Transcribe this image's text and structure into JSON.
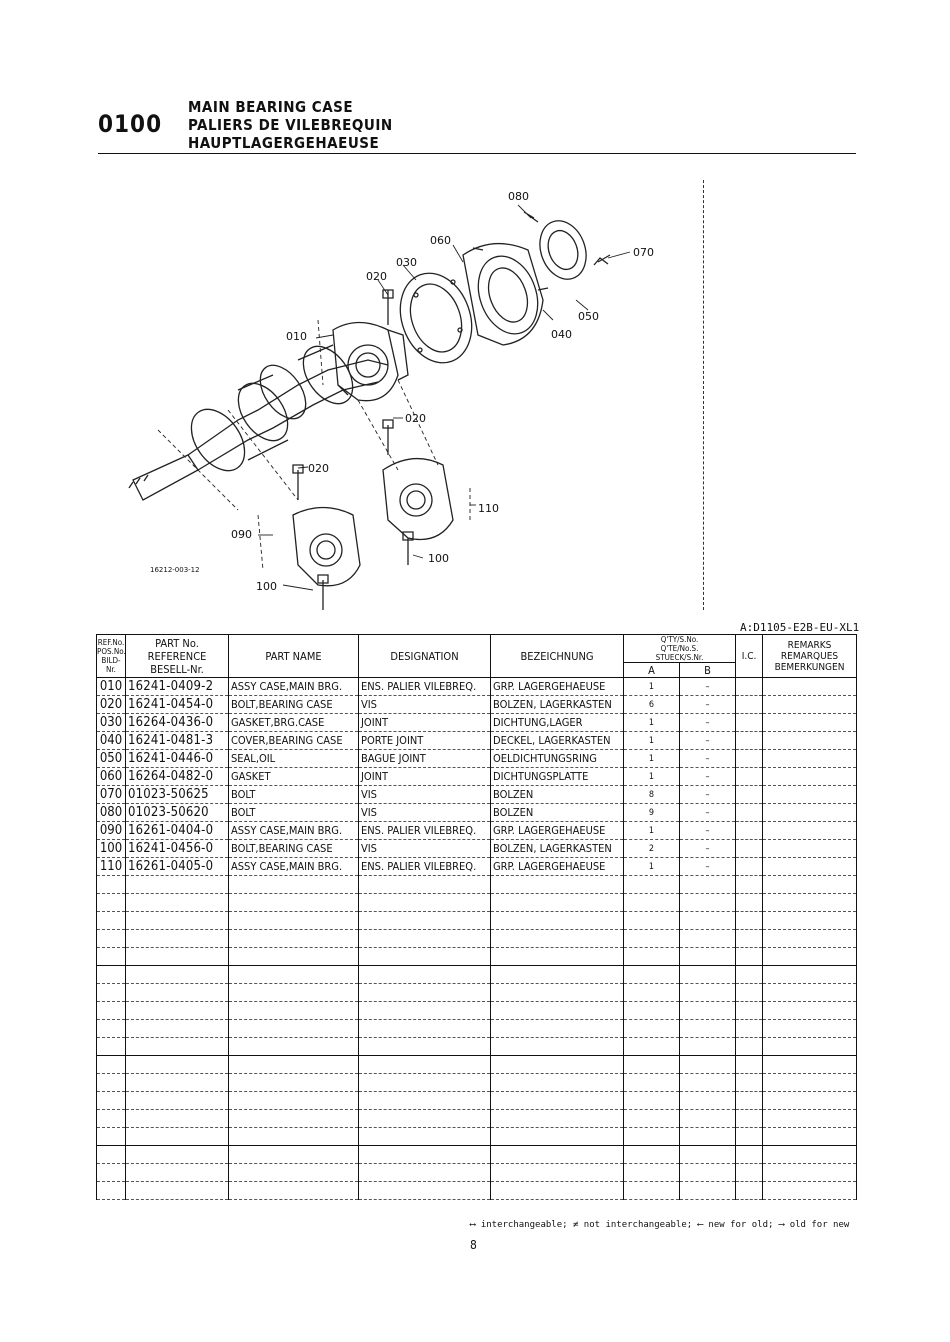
{
  "header": {
    "section_number": "0100",
    "title_en": "MAIN BEARING CASE",
    "title_fr": "PALIERS DE VILEBREQUIN",
    "title_de": "HAUPTLAGERGEHAEUSE"
  },
  "diagram": {
    "callouts": [
      "010",
      "020",
      "030",
      "040",
      "050",
      "060",
      "070",
      "080",
      "090",
      "100",
      "110"
    ],
    "drawing_code": "16212-003-12"
  },
  "model_code": "A:D1105-E2B-EU-XL1",
  "table": {
    "headers": {
      "ref": [
        "REF.No.",
        "POS.No.",
        "BILD-Nr."
      ],
      "part_no": [
        "PART No.",
        "REFERENCE",
        "BESELL-Nr."
      ],
      "part_name": "PART NAME",
      "designation": "DESIGNATION",
      "bezeichnung": "BEZEICHNUNG",
      "qty": [
        "Q'TY/S.No.",
        "Q'TE/No.S.",
        "STUECK/S.Nr."
      ],
      "qty_a": "A",
      "qty_b": "B",
      "ic": "I.C.",
      "remarks": [
        "REMARKS",
        "REMARQUES",
        "BEMERKUNGEN"
      ]
    },
    "rows": [
      {
        "ref": "010",
        "part_no": "16241-0409-2",
        "name": "ASSY CASE,MAIN BRG.",
        "designation": "ENS. PALIER VILEBREQ.",
        "bezeichnung": "GRP. LAGERGEHAEUSE",
        "qty_a": "1",
        "qty_b": "–"
      },
      {
        "ref": "020",
        "part_no": "16241-0454-0",
        "name": "BOLT,BEARING CASE",
        "designation": "VIS",
        "bezeichnung": "BOLZEN, LAGERKASTEN",
        "qty_a": "6",
        "qty_b": "–"
      },
      {
        "ref": "030",
        "part_no": "16264-0436-0",
        "name": "GASKET,BRG.CASE",
        "designation": "JOINT",
        "bezeichnung": "DICHTUNG,LAGER",
        "qty_a": "1",
        "qty_b": "–"
      },
      {
        "ref": "040",
        "part_no": "16241-0481-3",
        "name": "COVER,BEARING CASE",
        "designation": "PORTE JOINT",
        "bezeichnung": "DECKEL, LAGERKASTEN",
        "qty_a": "1",
        "qty_b": "–"
      },
      {
        "ref": "050",
        "part_no": "16241-0446-0",
        "name": "SEAL,OIL",
        "designation": "BAGUE JOINT",
        "bezeichnung": "OELDICHTUNGSRING",
        "qty_a": "1",
        "qty_b": "–"
      },
      {
        "ref": "060",
        "part_no": "16264-0482-0",
        "name": "GASKET",
        "designation": "JOINT",
        "bezeichnung": "DICHTUNGSPLATTE",
        "qty_a": "1",
        "qty_b": "–"
      },
      {
        "ref": "070",
        "part_no": "01023-50625",
        "name": "BOLT",
        "designation": "VIS",
        "bezeichnung": "BOLZEN",
        "qty_a": "8",
        "qty_b": "–"
      },
      {
        "ref": "080",
        "part_no": "01023-50620",
        "name": "BOLT",
        "designation": "VIS",
        "bezeichnung": "BOLZEN",
        "qty_a": "9",
        "qty_b": "–"
      },
      {
        "ref": "090",
        "part_no": "16261-0404-0",
        "name": "ASSY CASE,MAIN BRG.",
        "designation": "ENS. PALIER VILEBREQ.",
        "bezeichnung": "GRP. LAGERGEHAEUSE",
        "qty_a": "1",
        "qty_b": "–"
      },
      {
        "ref": "100",
        "part_no": "16241-0456-0",
        "name": "BOLT,BEARING CASE",
        "designation": "VIS",
        "bezeichnung": "BOLZEN, LAGERKASTEN",
        "qty_a": "2",
        "qty_b": "–"
      },
      {
        "ref": "110",
        "part_no": "16261-0405-0",
        "name": "ASSY CASE,MAIN BRG.",
        "designation": "ENS. PALIER VILEBREQ.",
        "bezeichnung": "GRP. LAGERGEHAEUSE",
        "qty_a": "1",
        "qty_b": "–"
      }
    ]
  },
  "legend": "⟷ interchangeable; ≠ not interchangeable; ⟵ new for old; ⟶ old for new",
  "page_number": "8"
}
